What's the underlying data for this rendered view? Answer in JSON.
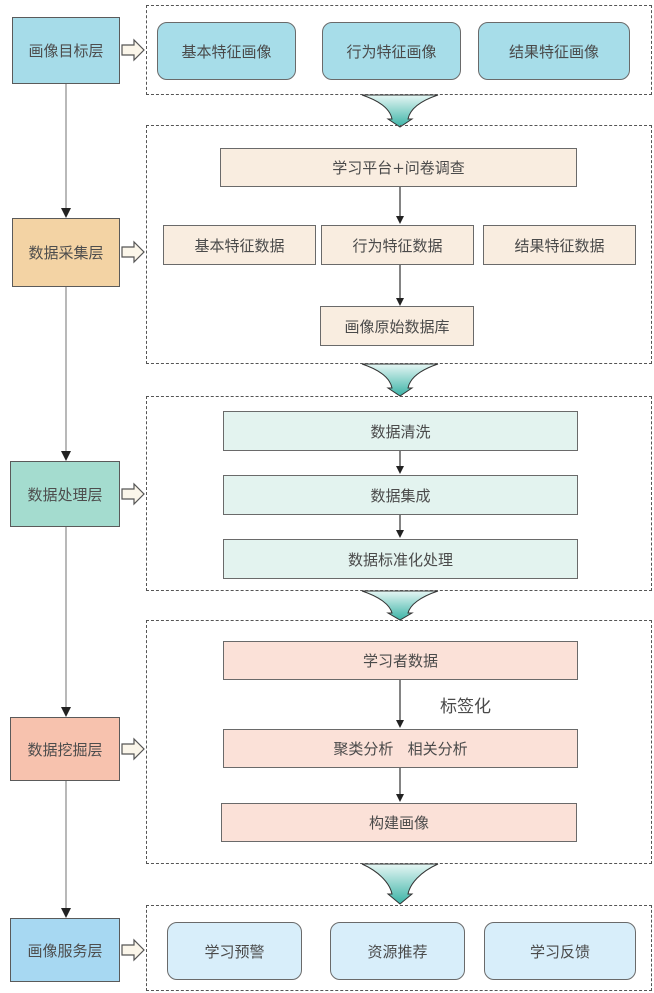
{
  "layers": [
    {
      "id": "target",
      "label": "画像目标层",
      "color": "#a6dce9"
    },
    {
      "id": "collect",
      "label": "数据采集层",
      "color": "#f3d3a4"
    },
    {
      "id": "process",
      "label": "数据处理层",
      "color": "#a4dccf"
    },
    {
      "id": "mine",
      "label": "数据挖掘层",
      "color": "#f7c2ae"
    },
    {
      "id": "serve",
      "label": "画像服务层",
      "color": "#a7d8f2"
    }
  ],
  "target_group": {
    "items": [
      "基本特征画像",
      "行为特征画像",
      "结果特征画像"
    ]
  },
  "collect_group": {
    "source": "学习平台+问卷调查",
    "items": [
      "基本特征数据",
      "行为特征数据",
      "结果特征数据"
    ],
    "database": "画像原始数据库"
  },
  "process_group": {
    "steps": [
      "数据清洗",
      "数据集成",
      "数据标准化处理"
    ]
  },
  "mine_group": {
    "steps": [
      "学习者数据",
      "聚类分析   相关分析",
      "构建画像"
    ],
    "edge_label": "标签化"
  },
  "serve_group": {
    "items": [
      "学习预警",
      "资源推荐",
      "学习反馈"
    ]
  },
  "colors": {
    "funnel_arrow": "#4fbfb3",
    "hollow_arrow_fill": "#fbf6ea",
    "line": "#666666"
  }
}
